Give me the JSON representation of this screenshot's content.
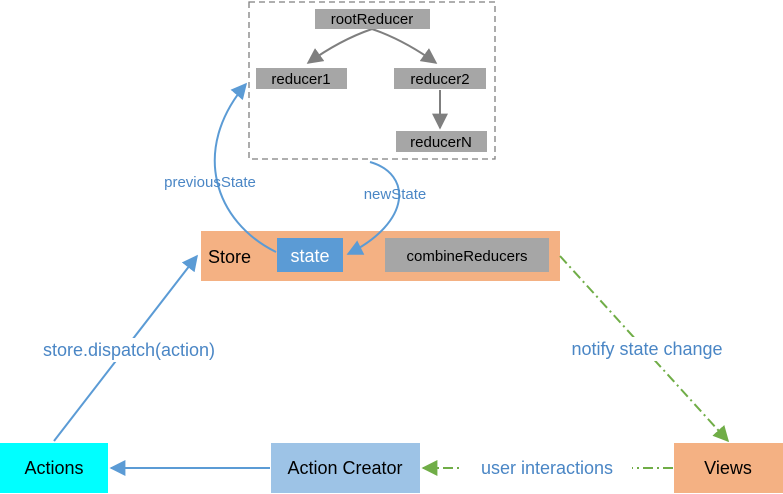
{
  "reducers": {
    "root": "rootReducer",
    "r1": "reducer1",
    "r2": "reducer2",
    "rn": "reducerN"
  },
  "store": {
    "label": "Store",
    "state": "state",
    "combine": "combineReducers"
  },
  "nodes": {
    "actions": "Actions",
    "action_creator": "Action Creator",
    "views": "Views"
  },
  "edges": {
    "previous_state": "previousState",
    "new_state": "newState",
    "dispatch": "store.dispatch(action)",
    "notify": "notify state change",
    "user": "user interactions"
  },
  "colors": {
    "store": "#f4b183",
    "state": "#5b9bd5",
    "grey_box": "#a6a6a6",
    "actions": "#00ffff",
    "action_creator": "#9dc3e6",
    "views": "#f4b183",
    "blue_line": "#5b9bd5",
    "green_line": "#70ad47",
    "label_text": "#4a86c5"
  }
}
